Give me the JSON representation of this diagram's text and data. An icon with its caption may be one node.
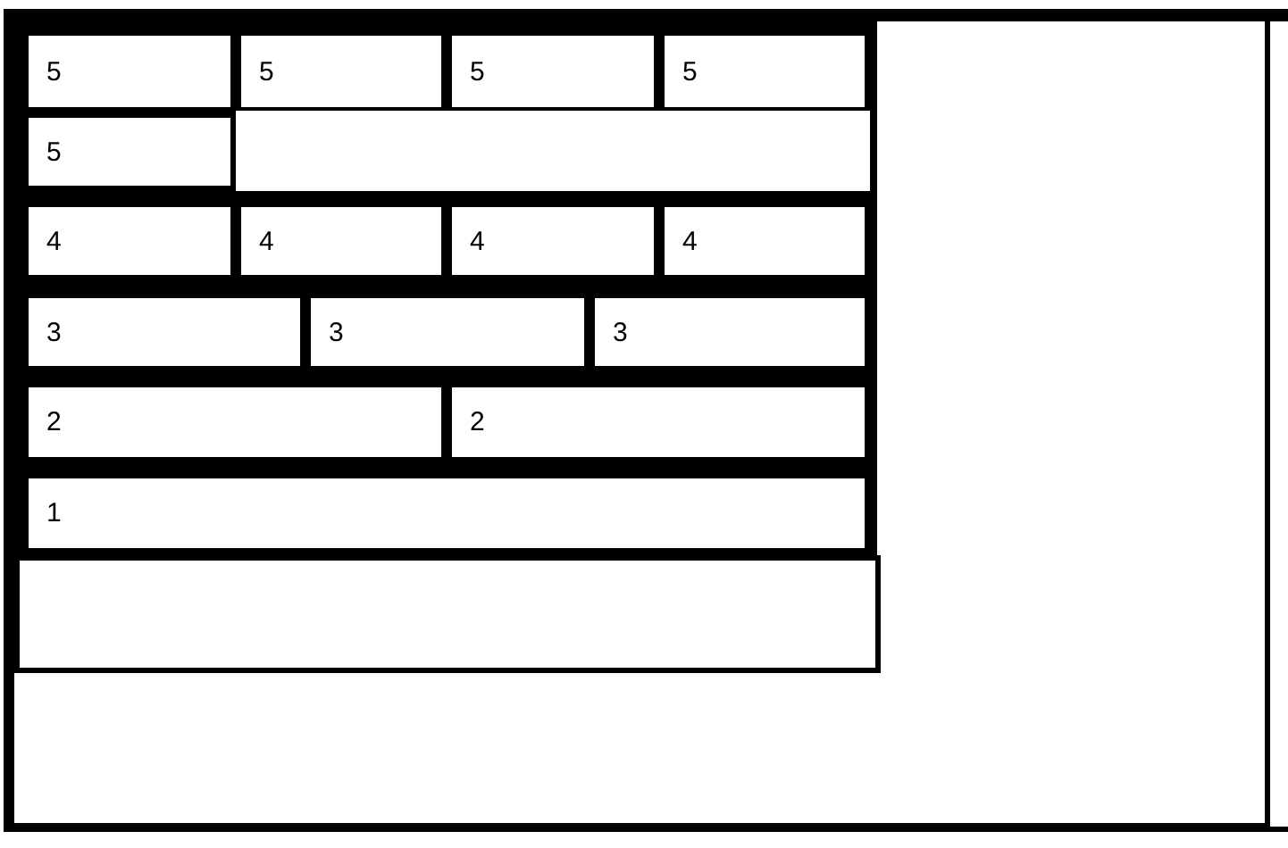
{
  "diagram": {
    "nodes": [
      {
        "text": [],
        "shape": "box"
      },
      {
        "text": [],
        "shape": "box",
        "in": 0
      },
      {
        "text": [
          "5"
        ],
        "in": 1
      },
      {
        "text": [
          "5"
        ],
        "in": 1
      },
      {
        "text": [
          "5"
        ],
        "in": 1
      },
      {
        "text": [
          "5"
        ],
        "in": 1
      },
      {
        "text": [
          "5"
        ],
        "in": 1
      },
      {
        "text": [],
        "shape": "box",
        "in": 1
      },
      {
        "text": [
          "4"
        ],
        "in": 1
      },
      {
        "text": [
          "4"
        ],
        "in": 1
      },
      {
        "text": [
          "4"
        ],
        "in": 1
      },
      {
        "text": [
          "4"
        ],
        "in": 1
      },
      {
        "text": [
          "3"
        ],
        "in": 1
      },
      {
        "text": [
          "3"
        ],
        "in": 1
      },
      {
        "text": [
          "3"
        ],
        "in": 1
      },
      {
        "text": [
          "2"
        ],
        "in": 1
      },
      {
        "text": [
          "2"
        ],
        "in": 1
      },
      {
        "text": [
          "1"
        ],
        "in": 1
      },
      {
        "text": [],
        "shape": "box",
        "in": 0
      }
    ]
  }
}
